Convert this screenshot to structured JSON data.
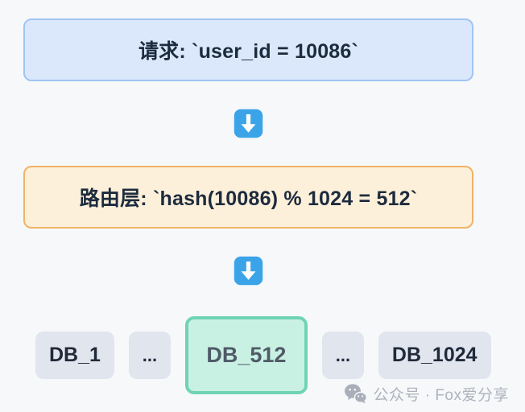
{
  "page": {
    "background": "#f7f8fa"
  },
  "flow": {
    "request_box": {
      "text": "请求: `user_id = 10086`",
      "bg": "#dbe8fc",
      "border": "#9fc5f3"
    },
    "arrow_icon": {
      "name": "down-arrow-emoji",
      "color": "#3ba4e9"
    },
    "routing_box": {
      "text": "路由层: `hash(10086) % 1024 = 512`",
      "bg": "#fdf0da",
      "border": "#f1b266"
    },
    "db_row": [
      {
        "label": "DB_1",
        "highlighted": false
      },
      {
        "label": "...",
        "highlighted": false
      },
      {
        "label": "DB_512",
        "highlighted": true
      },
      {
        "label": "...",
        "highlighted": false
      },
      {
        "label": "DB_1024",
        "highlighted": false
      }
    ],
    "highlight_style": {
      "bg": "#c9f1e3",
      "border": "#70d4b4"
    },
    "node_style": {
      "bg": "#e1e5ee"
    }
  },
  "watermark": {
    "icon": "wechat-icon",
    "text": "公众号 · Fox爱分享",
    "color": "#aeb3bd"
  }
}
